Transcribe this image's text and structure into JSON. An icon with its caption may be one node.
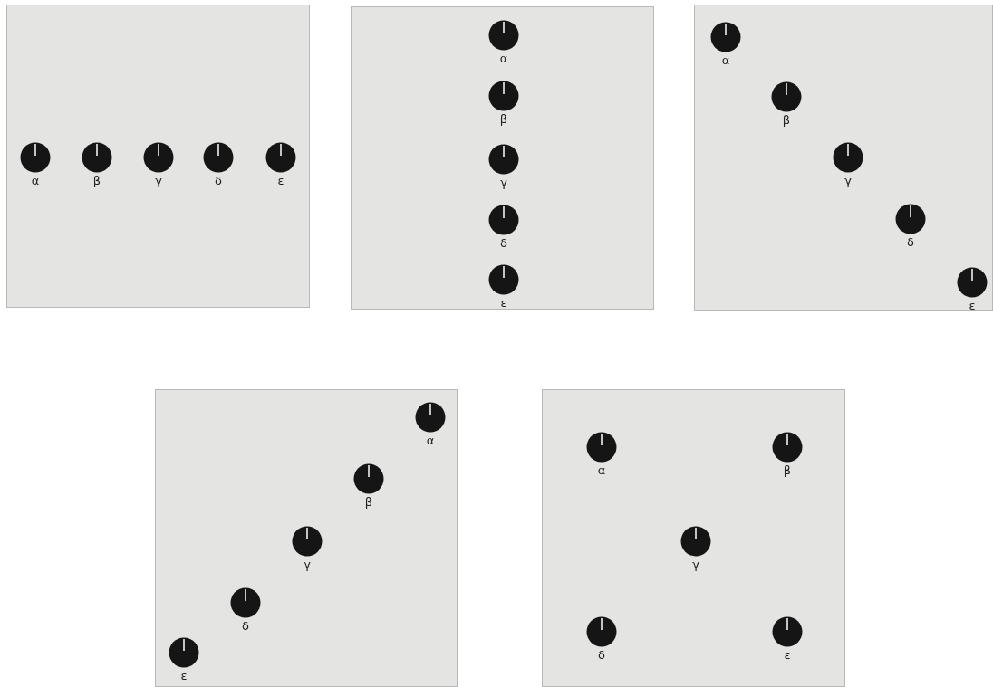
{
  "diagram": {
    "nodes": [
      {
        "text": [],
        "shape": "box"
      },
      {
        "text": [
          "α"
        ],
        "in": 0
      },
      {
        "text": [
          "β"
        ],
        "in": 0
      },
      {
        "text": [
          "γ"
        ],
        "in": 0
      },
      {
        "text": [
          "δ"
        ],
        "in": 0
      },
      {
        "text": [
          "ε"
        ],
        "in": 0
      },
      {
        "text": [],
        "shape": "box"
      },
      {
        "text": [
          "α"
        ],
        "in": 6
      },
      {
        "text": [
          "β"
        ],
        "in": 6
      },
      {
        "text": [
          "γ"
        ],
        "in": 6
      },
      {
        "text": [
          "δ"
        ],
        "in": 6
      },
      {
        "text": [
          "ε"
        ],
        "in": 6
      },
      {
        "text": [],
        "shape": "box"
      },
      {
        "text": [
          "α"
        ],
        "in": 12
      },
      {
        "text": [
          "β"
        ],
        "in": 12
      },
      {
        "text": [
          "γ"
        ],
        "in": 12
      },
      {
        "text": [
          "δ"
        ],
        "in": 12
      },
      {
        "text": [
          "ε"
        ],
        "in": 12
      },
      {
        "text": [],
        "shape": "box"
      },
      {
        "text": [
          "α"
        ],
        "in": 18
      },
      {
        "text": [
          "β"
        ],
        "in": 18
      },
      {
        "text": [
          "γ"
        ],
        "in": 18
      },
      {
        "text": [
          "δ"
        ],
        "in": 18
      },
      {
        "text": [
          "ε"
        ],
        "in": 18
      },
      {
        "text": [],
        "shape": "box"
      },
      {
        "text": [
          "α"
        ],
        "in": 24
      },
      {
        "text": [
          "β"
        ],
        "in": 24
      },
      {
        "text": [
          "γ"
        ],
        "in": 24
      },
      {
        "text": [
          "δ"
        ],
        "in": 24
      },
      {
        "text": [
          "ε"
        ],
        "in": 24
      }
    ]
  }
}
